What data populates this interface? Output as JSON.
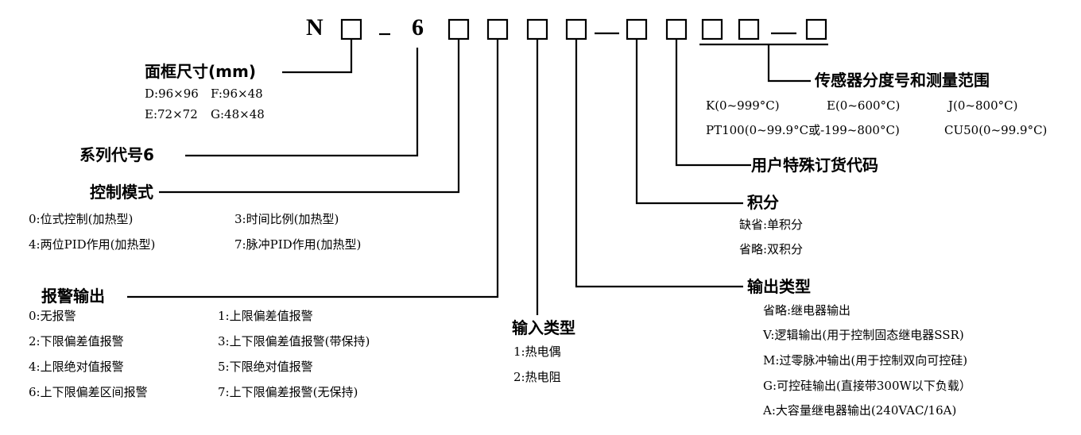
{
  "code": {
    "n": "N",
    "dash1": "－",
    "six": "6",
    "dash2": "－",
    "dash3": "－"
  },
  "panel": {
    "title": "面框尺寸(mm)",
    "opt1": "D:96×96",
    "opt2": "F:96×48",
    "opt3": "E:72×72",
    "opt4": "G:48×48"
  },
  "series": {
    "title": "系列代号6"
  },
  "control": {
    "title": "控制模式",
    "opts": [
      "0:位式控制(加热型)",
      "3:时间比例(加热型)",
      "4:两位PID作用(加热型)",
      "7:脉冲PID作用(加热型)"
    ]
  },
  "alarm": {
    "title": "报警输出",
    "opts": [
      "0:无报警",
      "1:上限偏差值报警",
      "2:下限偏差值报警",
      "3:上下限偏差值报警(带保持)",
      "4:上限绝对值报警",
      "5:下限绝对值报警",
      "6:上下限偏差区间报警",
      "7:上下限偏差报警(无保持)"
    ]
  },
  "input": {
    "title": "输入类型",
    "opts": [
      "1:热电偶",
      "2:热电阻"
    ]
  },
  "output": {
    "title": "输出类型",
    "opts": [
      "省略:继电器输出",
      "V:逻辑输出(用于控制固态继电器SSR)",
      "M:过零脉冲输出(用于控制双向可控硅)",
      "G:可控硅输出(直接带300W以下负载）",
      "A:大容量继电器输出(240VAC/16A)"
    ]
  },
  "integral": {
    "title": "积分",
    "opts": [
      "缺省:单积分",
      "省略:双积分"
    ]
  },
  "custom": {
    "title": "用户特殊订货代码"
  },
  "sensor": {
    "title": "传感器分度号和测量范围",
    "opts": [
      "K(0~999°C)",
      "E(0~600°C)",
      "J(0~800°C)",
      "PT100(0~99.9°C或-199~800°C)",
      "CU50(0~99.9°C)"
    ]
  }
}
